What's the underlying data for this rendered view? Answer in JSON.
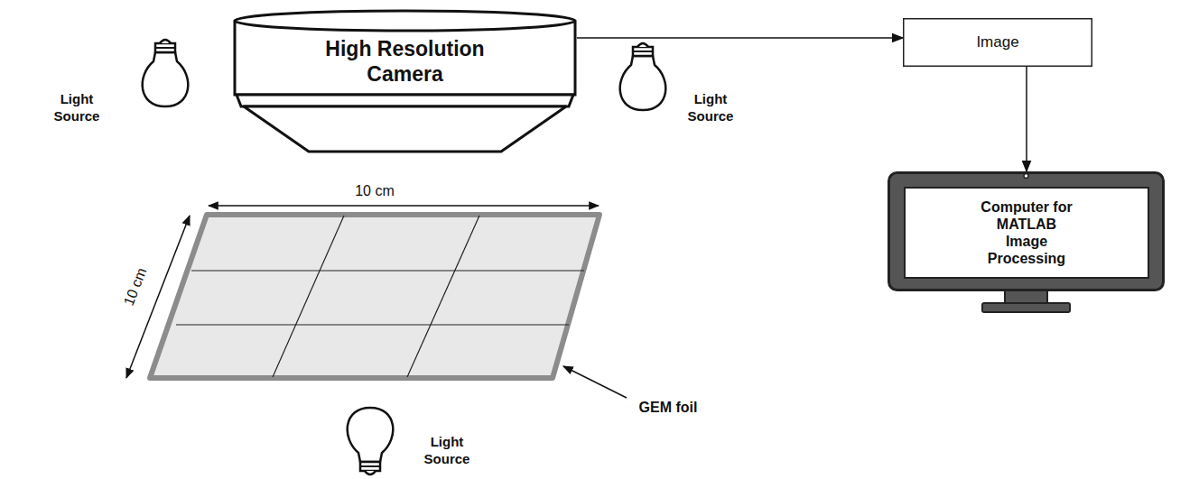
{
  "diagram": {
    "nodes": [
      {
        "text": [
          "High Resolution Camera"
        ]
      },
      {
        "text": [
          "Image"
        ]
      },
      {
        "text": [
          "Computer for MATLAB Image Processing"
        ]
      }
    ],
    "edges": [
      {
        "from": 0,
        "to": 1,
        "arrow": "to"
      },
      {
        "from": 1,
        "to": 2,
        "arrow": "to"
      }
    ],
    "labels": [
      "Light Source",
      "Light Source",
      "10 cm",
      "10 cm",
      "GEM foil",
      "Light Source"
    ]
  }
}
